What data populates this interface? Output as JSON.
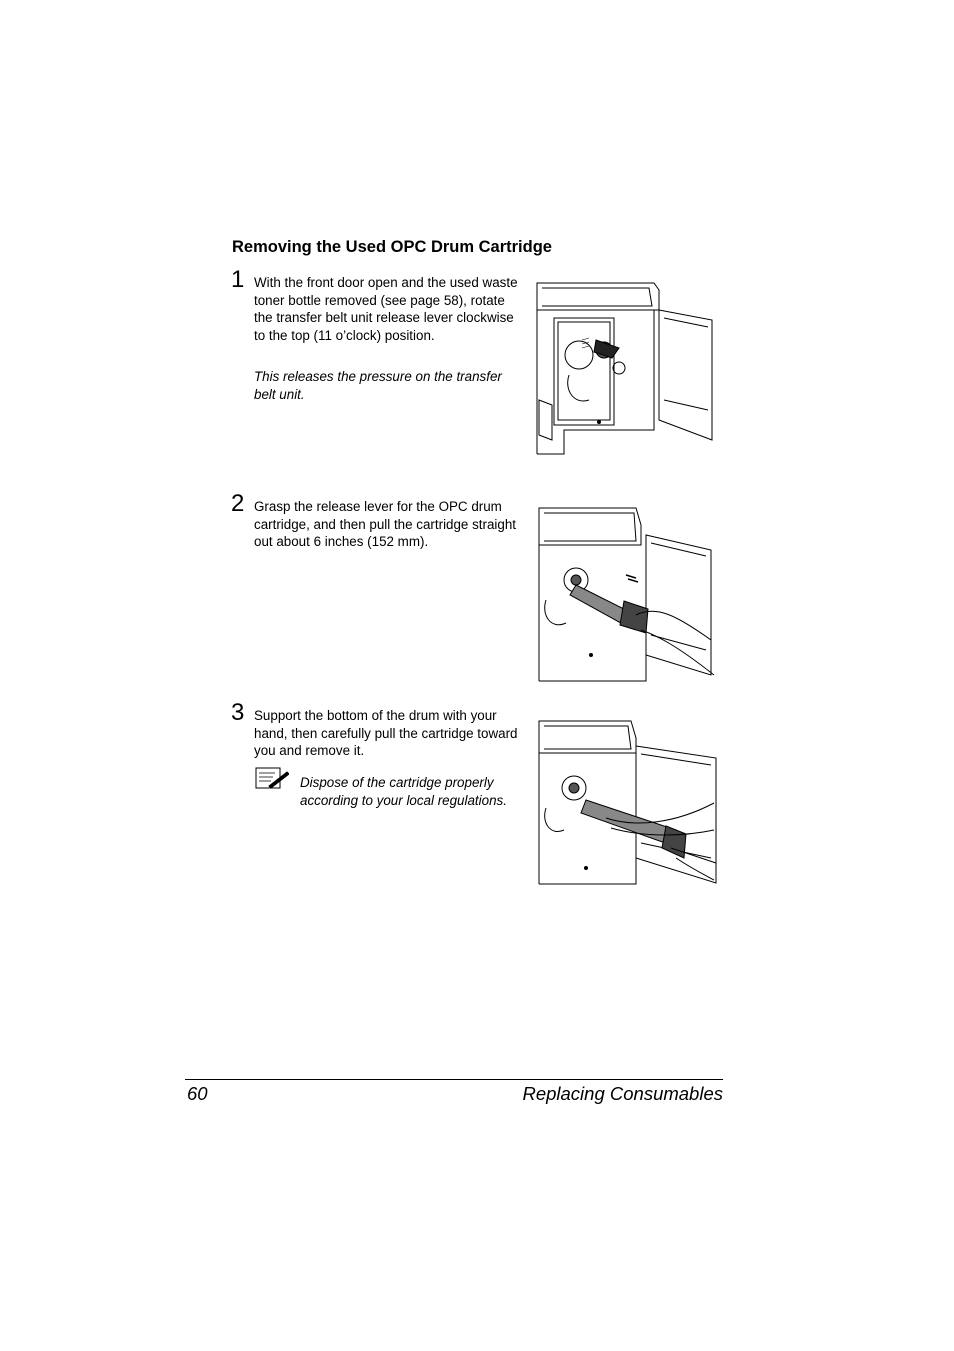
{
  "section": {
    "heading": "Removing the Used OPC Drum Cartridge"
  },
  "steps": [
    {
      "number": "1",
      "text": "With the front door open and the used waste toner bottle removed (see page 58), rotate the transfer belt unit release lever clockwise to the top (11 o’clock) position.",
      "note": "This releases the pressure on the transfer belt unit."
    },
    {
      "number": "2",
      "text": "Grasp the release lever for the OPC drum cartridge, and then pull the cartridge straight out about 6 inches (152 mm)."
    },
    {
      "number": "3",
      "text": "Support the bottom of the drum with your hand, then carefully pull the cartridge toward you and remove it.",
      "memo": "Dispose of the cartridge properly according to your local regulations."
    }
  ],
  "footer": {
    "page_number": "60",
    "chapter_title": "Replacing Consumables"
  }
}
